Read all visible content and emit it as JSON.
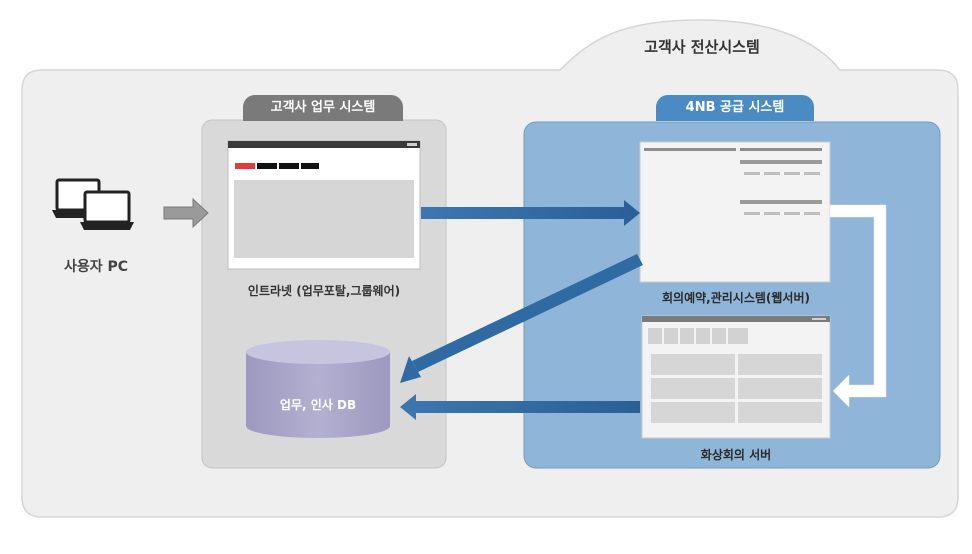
{
  "diagram": {
    "customer_network_label": "고객사 전산시스템",
    "business_system_tab": "고객사 업무 시스템",
    "supply_system_tab": "4NB 공급 시스템",
    "user_pc_label": "사용자 PC",
    "intranet_label": "인트라넷 (업무포탈,그룹웨어)",
    "database_label": "업무, 인사 DB",
    "booking_system_label": "회의예약,관리시스템(웹서버)",
    "video_server_label": "화상회의 서버"
  },
  "colors": {
    "outer_bg": "#eeeeee",
    "business_panel": "#d9d9d9",
    "business_tab": "#7a7a7a",
    "supply_panel": "#8fb6d8",
    "supply_tab": "#4a8bc4",
    "arrow_blue": "#2f6aa3",
    "database": "#a7a3c7",
    "white_arrow": "#ffffff"
  }
}
